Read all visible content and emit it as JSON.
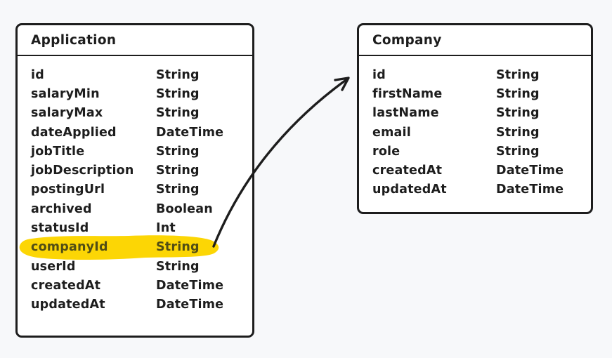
{
  "diagram": {
    "background_color": "#f7f8fa",
    "stroke_color": "#1d1d1d",
    "box_fill_color": "#ffffff",
    "highlight_color": "#fcd605",
    "highlight_text_color": "#514d15"
  },
  "tables": [
    {
      "title": "Application",
      "fields": [
        {
          "name": "id",
          "type": "String"
        },
        {
          "name": "salaryMin",
          "type": "String"
        },
        {
          "name": "salaryMax",
          "type": "String"
        },
        {
          "name": "dateApplied",
          "type": "DateTime"
        },
        {
          "name": "jobTitle",
          "type": "String"
        },
        {
          "name": "jobDescription",
          "type": "String"
        },
        {
          "name": "postingUrl",
          "type": "String"
        },
        {
          "name": "archived",
          "type": "Boolean"
        },
        {
          "name": "statusId",
          "type": "Int"
        },
        {
          "name": "companyId",
          "type": "String",
          "highlighted": true
        },
        {
          "name": "userId",
          "type": "String"
        },
        {
          "name": "createdAt",
          "type": "DateTime"
        },
        {
          "name": "updatedAt",
          "type": "DateTime"
        }
      ]
    },
    {
      "title": "Company",
      "fields": [
        {
          "name": "id",
          "type": "String"
        },
        {
          "name": "firstName",
          "type": "String"
        },
        {
          "name": "lastName",
          "type": "String"
        },
        {
          "name": "email",
          "type": "String"
        },
        {
          "name": "role",
          "type": "String"
        },
        {
          "name": "createdAt",
          "type": "DateTime"
        },
        {
          "name": "updatedAt",
          "type": "DateTime"
        }
      ]
    }
  ],
  "arrow": {
    "from_table": "Application",
    "from_field": "companyId",
    "to_table": "Company"
  }
}
